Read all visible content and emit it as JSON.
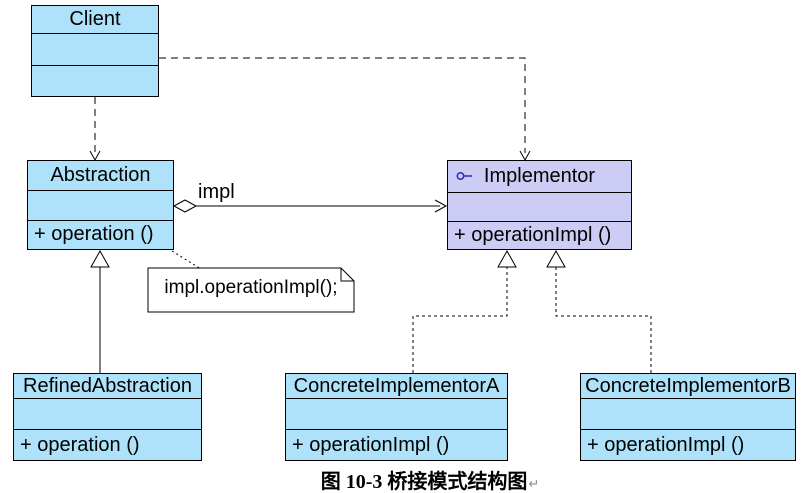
{
  "page": {
    "background": "#ffffff"
  },
  "diagram": {
    "type": "uml-class-diagram",
    "pattern": "Bridge",
    "colors": {
      "class_fill": "#aee2fa",
      "interface_fill": "#cdccf4",
      "border": "#000000",
      "note_fill": "#ffffff",
      "interface_icon": "#3434bb"
    },
    "classes": {
      "client": {
        "name": "Client",
        "attributes": "",
        "methods": ""
      },
      "abstraction": {
        "name": "Abstraction",
        "attributes": "",
        "methods": "+ operation ()"
      },
      "implementor": {
        "name": "Implementor",
        "attributes": "",
        "methods": "+ operationImpl ()",
        "icon": "interface-lollipop-icon"
      },
      "refined_abstraction": {
        "name": "RefinedAbstraction",
        "attributes": "",
        "methods": "+ operation ()"
      },
      "concrete_implementor_a": {
        "name": "ConcreteImplementorA",
        "attributes": "",
        "methods": "+ operationImpl ()"
      },
      "concrete_implementor_b": {
        "name": "ConcreteImplementorB",
        "attributes": "",
        "methods": "+ operationImpl ()"
      }
    },
    "relationships": {
      "aggregation_label": "impl",
      "client_to_abstraction": "dependency-dashed-open-arrow",
      "client_to_implementor": "dependency-dashed-open-arrow",
      "abstraction_to_implementor": "aggregation-hollow-diamond-to-open-arrow",
      "refined_to_abstraction": "generalization-solid-hollow-triangle",
      "concrete_a_to_implementor": "realization-dashed-hollow-triangle",
      "concrete_b_to_implementor": "realization-dashed-hollow-triangle"
    },
    "note": {
      "text": "impl.operationImpl();"
    },
    "caption": {
      "text": "图 10-3 桥接模式结构图",
      "paragraph_mark": "↵"
    }
  }
}
